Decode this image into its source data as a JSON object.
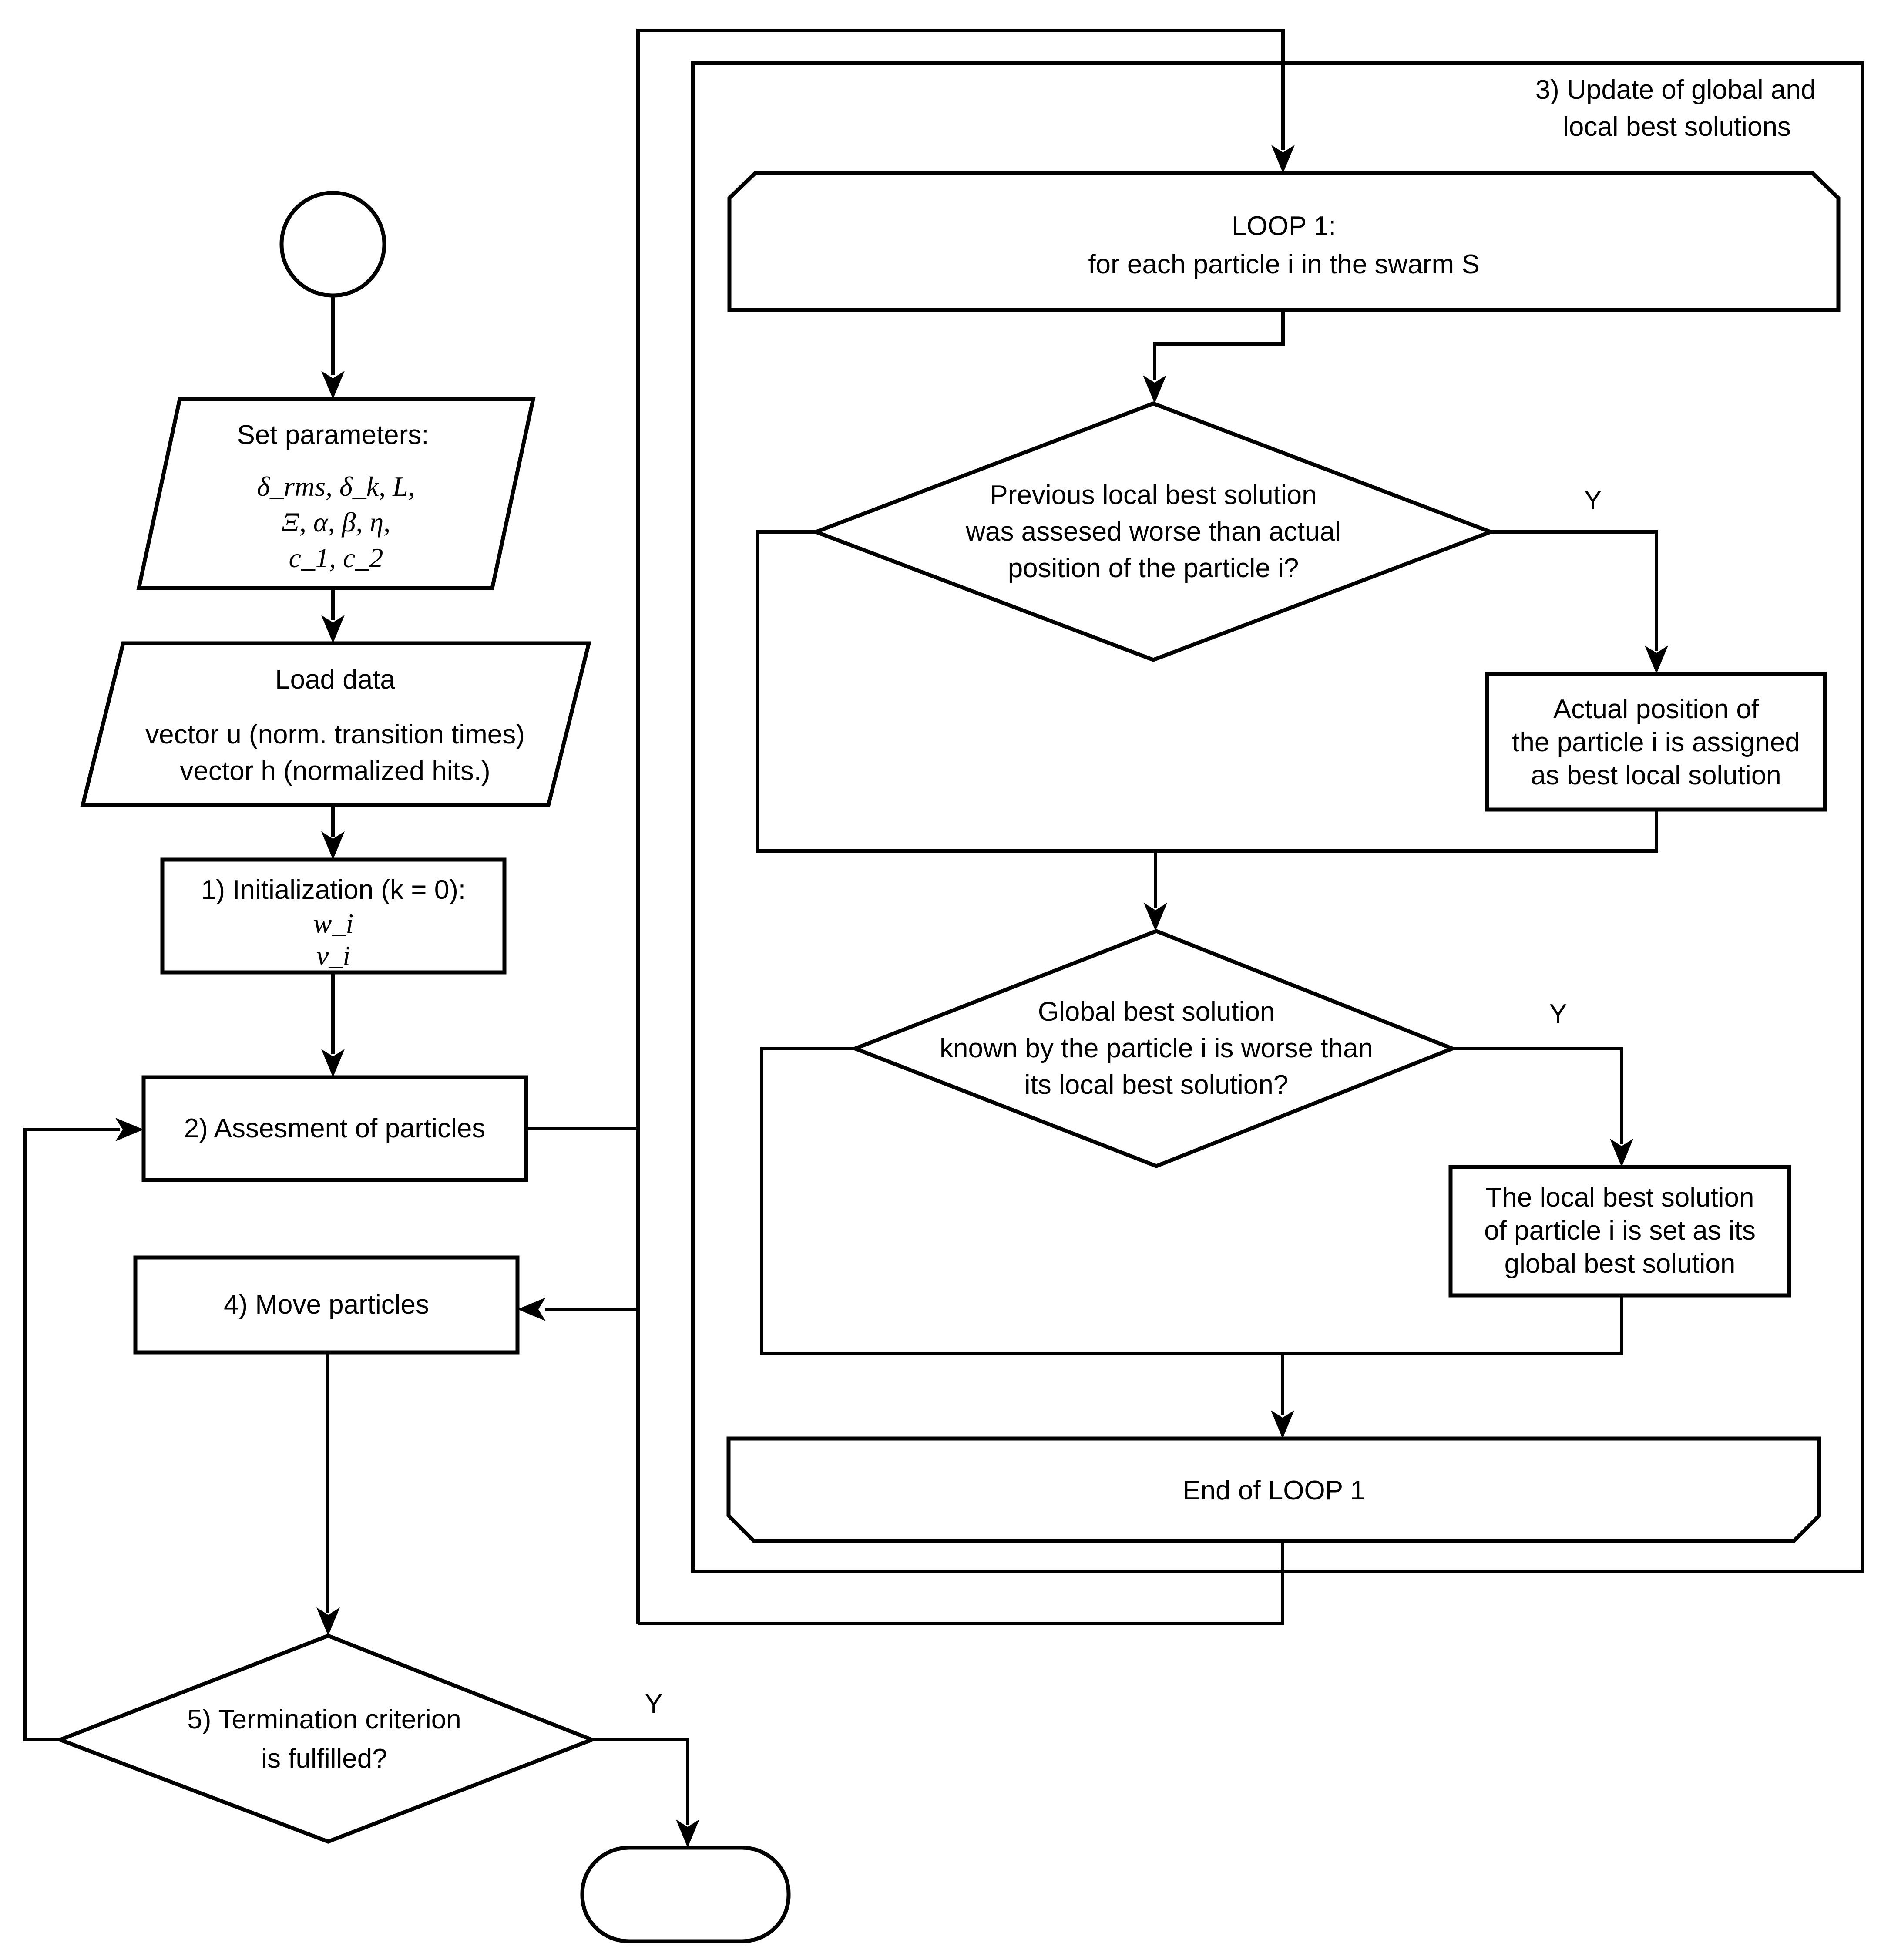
{
  "diagram_title": "PSO algorithm flowchart",
  "colors": {
    "stroke": "#000000",
    "background": "#ffffff"
  },
  "nodes": {
    "start": {
      "type": "circle"
    },
    "set_params": {
      "title": "Set parameters:",
      "line1": "δ_rms, δ_k, L,",
      "line2": "Ξ, α, β, η,",
      "line3": "c_1, c_2"
    },
    "load_data": {
      "title": "Load data",
      "line1": "vector u (norm. transition times)",
      "line2": "vector h (normalized hits.)"
    },
    "init": {
      "title": "1) Initialization (k = 0):",
      "line1": "w_i",
      "line2": "v_i"
    },
    "assesment": {
      "label": "2) Assesment of particles"
    },
    "move": {
      "label": "4) Move particles"
    },
    "termination": {
      "line1": "5) Termination criterion",
      "line2": "is fulfilled?"
    },
    "end": {
      "type": "terminator",
      "label": ""
    },
    "update_container": {
      "line1": "3) Update of global and",
      "line2": "local best solutions"
    },
    "loop1": {
      "line1": "LOOP 1:",
      "line2": "for each particle i in the swarm S"
    },
    "decision_local": {
      "line1": "Previous local best solution",
      "line2": "was assesed worse than actual",
      "line3": "position of the particle i?"
    },
    "assign_local": {
      "line1": "Actual position  of",
      "line2": "the particle i is assigned",
      "line3": "as best local solution"
    },
    "decision_global": {
      "line1": "Global best solution",
      "line2": "known by the particle i is worse than",
      "line3": "its local best solution?"
    },
    "set_global": {
      "line1": "The local best solution",
      "line2": "of particle i is set as its",
      "line3": "global best solution"
    },
    "end_loop1": {
      "label": "End of LOOP 1"
    }
  },
  "labels": {
    "yes1": "Y",
    "yes2": "Y",
    "yes3": "Y"
  }
}
